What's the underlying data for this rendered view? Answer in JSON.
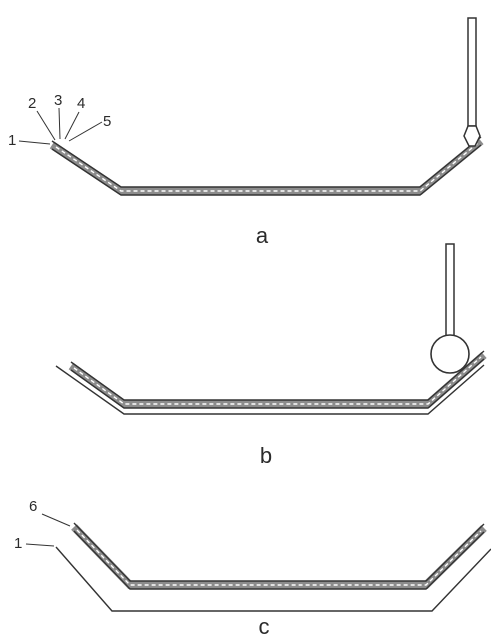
{
  "panels": [
    {
      "label": "a",
      "tool": "stylus",
      "callouts": [
        "1",
        "2",
        "3",
        "4",
        "5"
      ]
    },
    {
      "label": "b",
      "tool": "roller",
      "callouts": []
    },
    {
      "label": "c",
      "tool": "none",
      "callouts": [
        "6",
        "1"
      ]
    }
  ],
  "colors": {
    "stroke": "#3a3a3a",
    "band_fill": "#8c8c8c",
    "dash": "#ffffff",
    "background": "#ffffff"
  }
}
